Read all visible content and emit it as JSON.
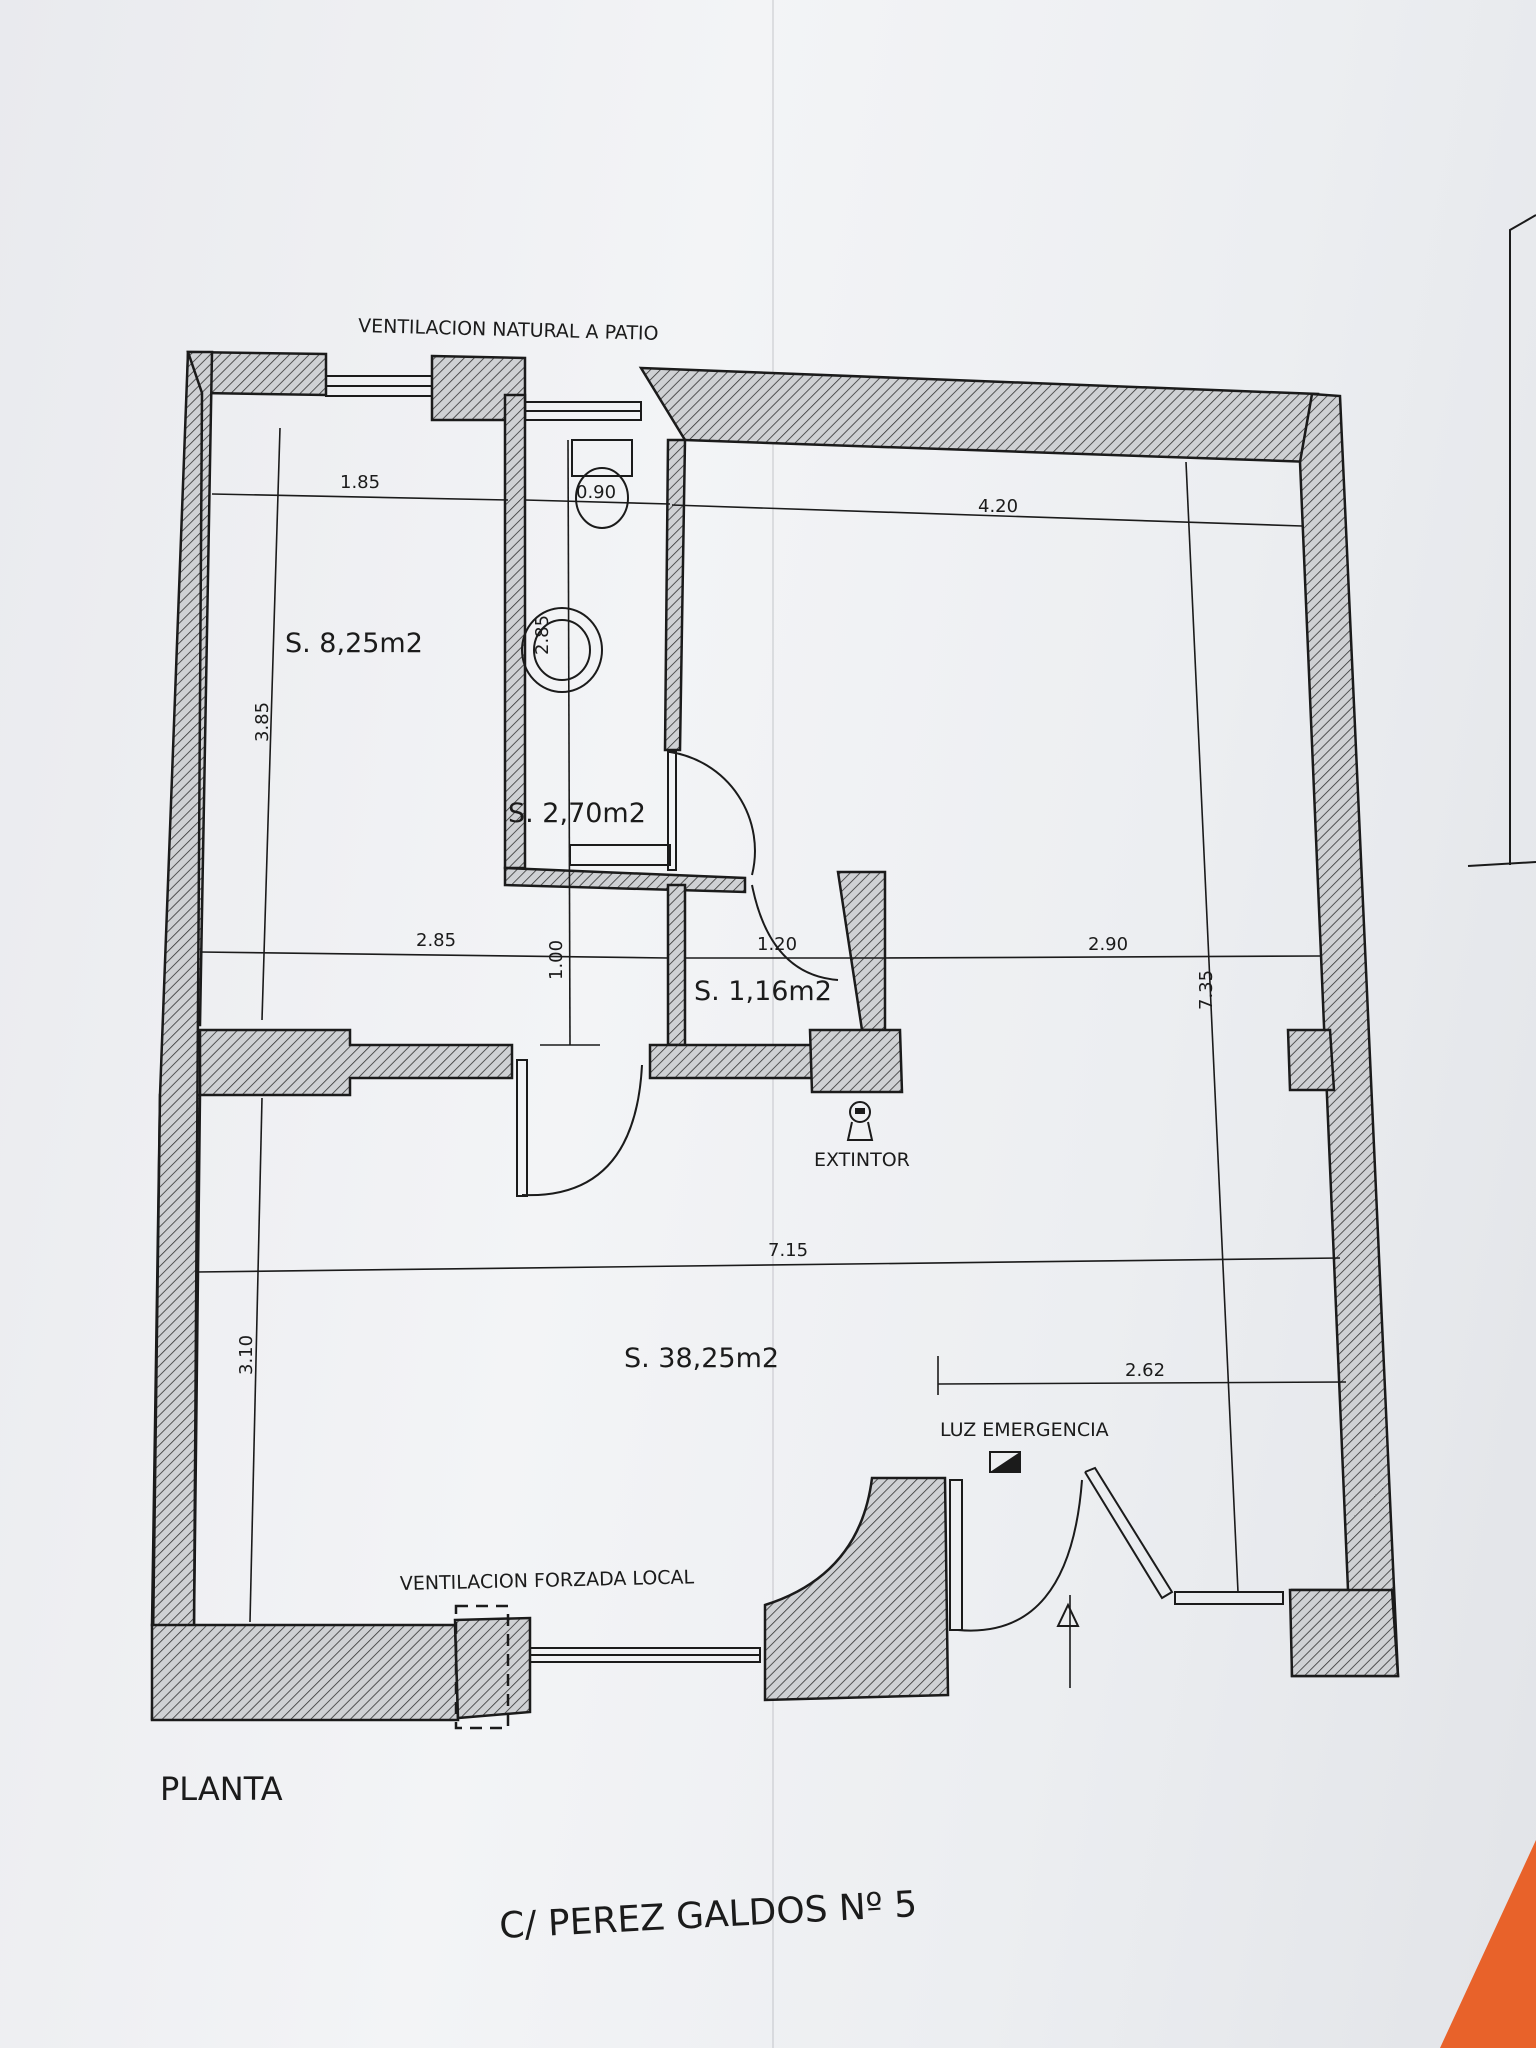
{
  "plan": {
    "top_note": "VENTILACION NATURAL A PATIO",
    "bottom_note": "VENTILACION FORZADA LOCAL",
    "rooms": [
      {
        "id": "bedroom",
        "area": "S. 8,25m2"
      },
      {
        "id": "bathroom",
        "area": "S. 2,70m2"
      },
      {
        "id": "storage",
        "area": "S. 1,16m2"
      },
      {
        "id": "main",
        "area": "S. 38,25m2"
      }
    ],
    "dimensions": {
      "d1": "1.85",
      "d2": "0.90",
      "d3": "4.20",
      "d4": "2.85",
      "d5": "3.85",
      "d6": "2.85",
      "d7": "1.00",
      "d8": "1.20",
      "d9": "2.90",
      "d10": "7.35",
      "d11": "7.15",
      "d12": "3.10",
      "d13": "2.62"
    },
    "symbols": {
      "extintor": "EXTINTOR",
      "emergency_light": "LUZ EMERGENCIA"
    },
    "plan_label": "PLANTA",
    "street": "C/ PEREZ GALDOS Nº 5"
  },
  "colors": {
    "paper": "#eef0f3",
    "ink": "#1b1b1b",
    "accent": "#e8622a"
  }
}
